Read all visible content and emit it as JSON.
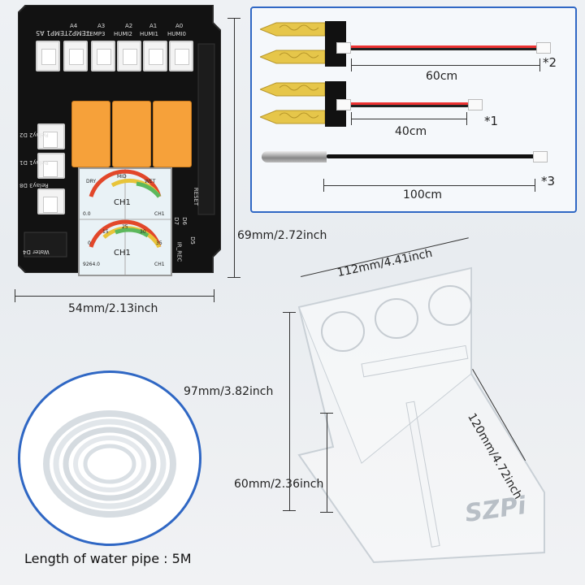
{
  "board": {
    "label_top_left": "TEMP2TEMP1 A5",
    "header_labels": [
      "A4",
      "A3",
      "A2",
      "A1",
      "A0"
    ],
    "header_sub": [
      "TEMP3",
      "HUMI2",
      "HUMI1",
      "HUMI0"
    ],
    "side_labels": [
      "Relay2 D2",
      "Relay1 D1",
      "Relay3 D8",
      "Water D4"
    ],
    "right_labels": [
      "RESET",
      "D7",
      "D6",
      "D5",
      "IR_REC"
    ],
    "gauge1": {
      "left": "DRY",
      "mid": "MID",
      "right": "WET",
      "ch": "CH1",
      "value": "0.0",
      "bottom_right": "CH1"
    },
    "gauge2": {
      "ticks": [
        "0",
        "15",
        "25",
        "30",
        "35"
      ],
      "ch": "CH1",
      "value": "9264.0",
      "bottom_right": "CH1"
    }
  },
  "dimensions": {
    "board_height": "69mm/2.72inch",
    "board_width": "54mm/2.13inch",
    "stand_width": "112mm/4.41inch",
    "stand_height_full": "97mm/3.82inch",
    "stand_height_lower": "60mm/2.36inch",
    "stand_depth": "120mm/4.72inch"
  },
  "sensors": {
    "probe1": {
      "length": "60cm",
      "qty": "*2"
    },
    "probe2": {
      "length": "40cm",
      "qty": "*1"
    },
    "probe3": {
      "length": "100cm",
      "qty": "*3"
    }
  },
  "stand_logo": "SZPi",
  "pipe_caption": "Length of water pipe : 5M",
  "colors": {
    "panel_border": "#2f67c4",
    "relay": "#f6a13a",
    "board": "#111111",
    "probe": "#e6c64a"
  }
}
